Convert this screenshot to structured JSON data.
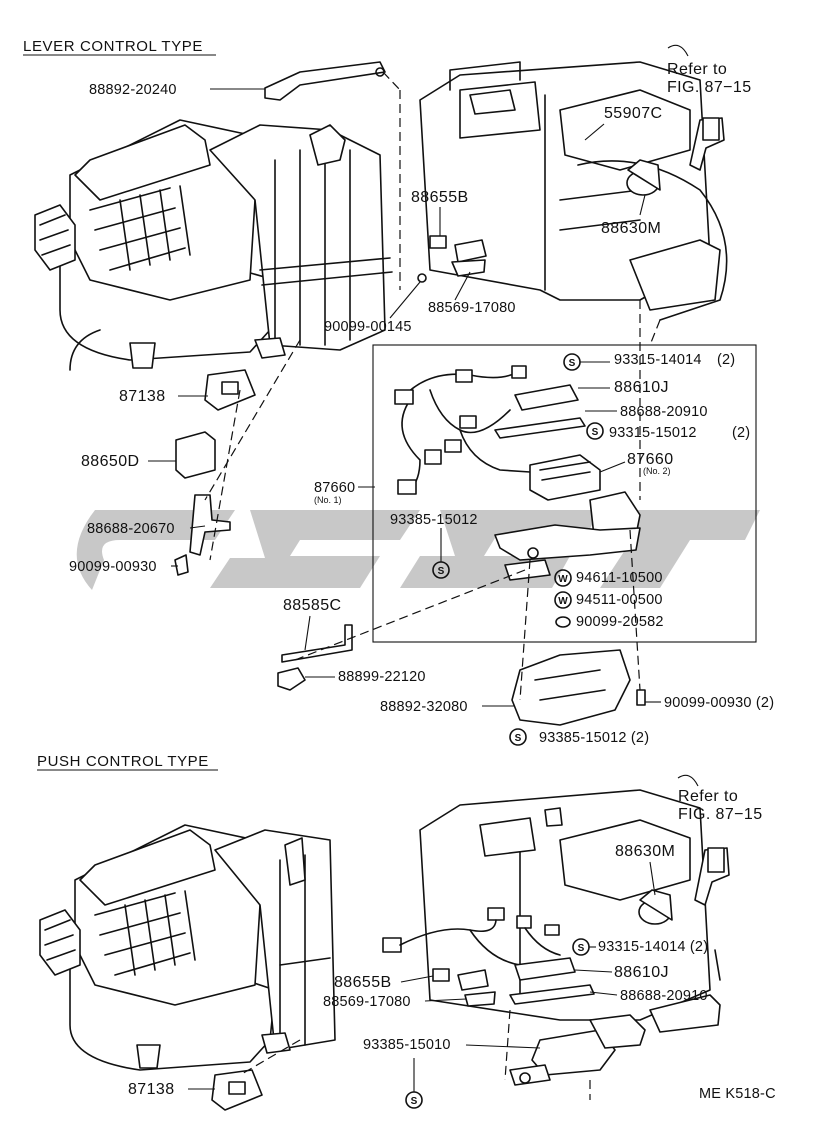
{
  "sections": {
    "lever": "LEVER CONTROL TYPE",
    "push": "PUSH CONTROL TYPE"
  },
  "refs": {
    "refer1": "Refer to",
    "fig1": "FIG. 87−15",
    "refer2": "Refer to",
    "fig2": "FIG. 87−15"
  },
  "symbols": {
    "s": "S",
    "w": "W"
  },
  "parts_lever": {
    "p88892_20240": "88892-20240",
    "p55907C": "55907C",
    "p88655B": "88655B",
    "p88630M": "88630M",
    "p88569_17080": "88569-17080",
    "p90099_00145": "90099-00145",
    "p87138": "87138",
    "p88650D": "88650D",
    "p88688_20670": "88688-20670",
    "p90099_00930": "90099-00930",
    "p87660_no1": "87660",
    "p87660_no1_sub": "(No. 1)",
    "p93315_14014": "93315-14014",
    "p93315_14014_qty": "(2)",
    "p88610J": "88610J",
    "p88688_20910": "88688-20910",
    "p93315_15012": "93315-15012",
    "p93315_15012_qty": "(2)",
    "p87660_no2": "87660",
    "p87660_no2_sub": "(No. 2)",
    "p93385_15012": "93385-15012",
    "p94611_10500": "94611-10500",
    "p94511_00500": "94511-00500",
    "p88585C": "88585C",
    "p90099_20582": "90099-20582",
    "p88899_22120": "88899-22120",
    "p88892_32080": "88892-32080",
    "p90099_00930_2": "90099-00930 (2)",
    "p93385_15012_2": "93385-15012 (2)"
  },
  "parts_push": {
    "p88630M": "88630M",
    "p93315_14014": "93315-14014 (2)",
    "p88655B": "88655B",
    "p88610J": "88610J",
    "p88569_17080": "88569-17080",
    "p88688_20910": "88688-20910",
    "p93385_15010": "93385-15010",
    "p87138": "87138"
  },
  "code": "ME K518-C"
}
